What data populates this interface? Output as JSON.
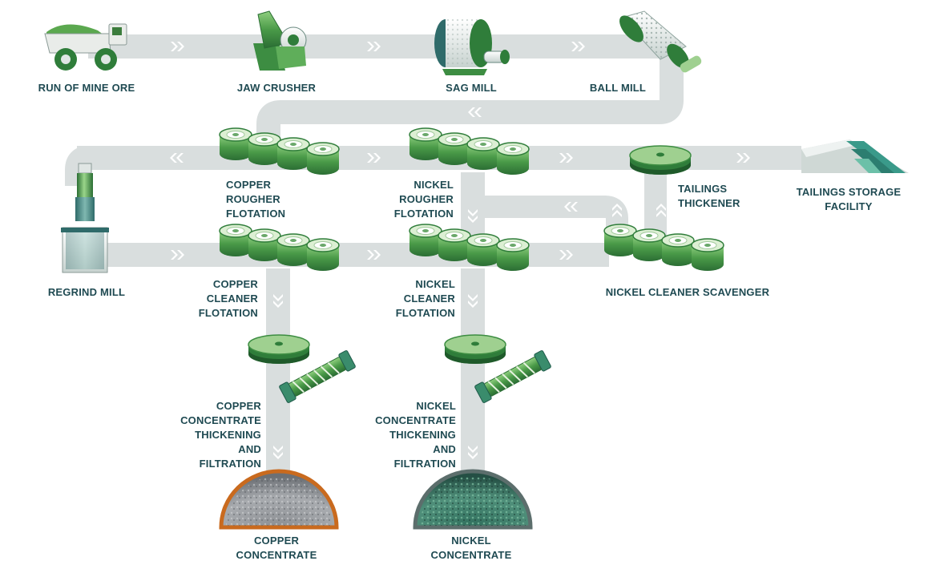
{
  "colors": {
    "pipe": "#d9dede",
    "arrow": "#ffffff",
    "label": "#1f4a52",
    "green_dark": "#2f7d3a",
    "green_mid": "#5fae5a",
    "green_light": "#b9dca7",
    "metal": "#dfe6e4",
    "copper_rim": "#c96a1e",
    "nickel_rim": "#5c6e6c"
  },
  "labels": {
    "run_of_mine_ore": [
      "RUN OF MINE ORE"
    ],
    "jaw_crusher": [
      "JAW CRUSHER"
    ],
    "sag_mill": [
      "SAG MILL"
    ],
    "ball_mill": [
      "BALL MILL"
    ],
    "copper_rougher": [
      "COPPER",
      "ROUGHER",
      "FLOTATION"
    ],
    "nickel_rougher": [
      "NICKEL",
      "ROUGHER",
      "FLOTATION"
    ],
    "tailings_thickener": [
      "TAILINGS",
      "THICKENER"
    ],
    "tailings_storage": [
      "TAILINGS STORAGE",
      "FACILITY"
    ],
    "regrind_mill": [
      "REGRIND MILL"
    ],
    "copper_cleaner": [
      "COPPER",
      "CLEANER",
      "FLOTATION"
    ],
    "nickel_cleaner": [
      "NICKEL",
      "CLEANER",
      "FLOTATION"
    ],
    "nickel_cleaner_scavenger": [
      "NICKEL CLEANER SCAVENGER"
    ],
    "copper_conc_thick": [
      "COPPER",
      "CONCENTRATE",
      "THICKENING",
      "AND",
      "FILTRATION"
    ],
    "nickel_conc_thick": [
      "NICKEL",
      "CONCENTRATE",
      "THICKENING",
      "AND",
      "FILTRATION"
    ],
    "copper_concentrate": [
      "COPPER",
      "CONCENTRATE"
    ],
    "nickel_concentrate": [
      "NICKEL",
      "CONCENTRATE"
    ]
  }
}
